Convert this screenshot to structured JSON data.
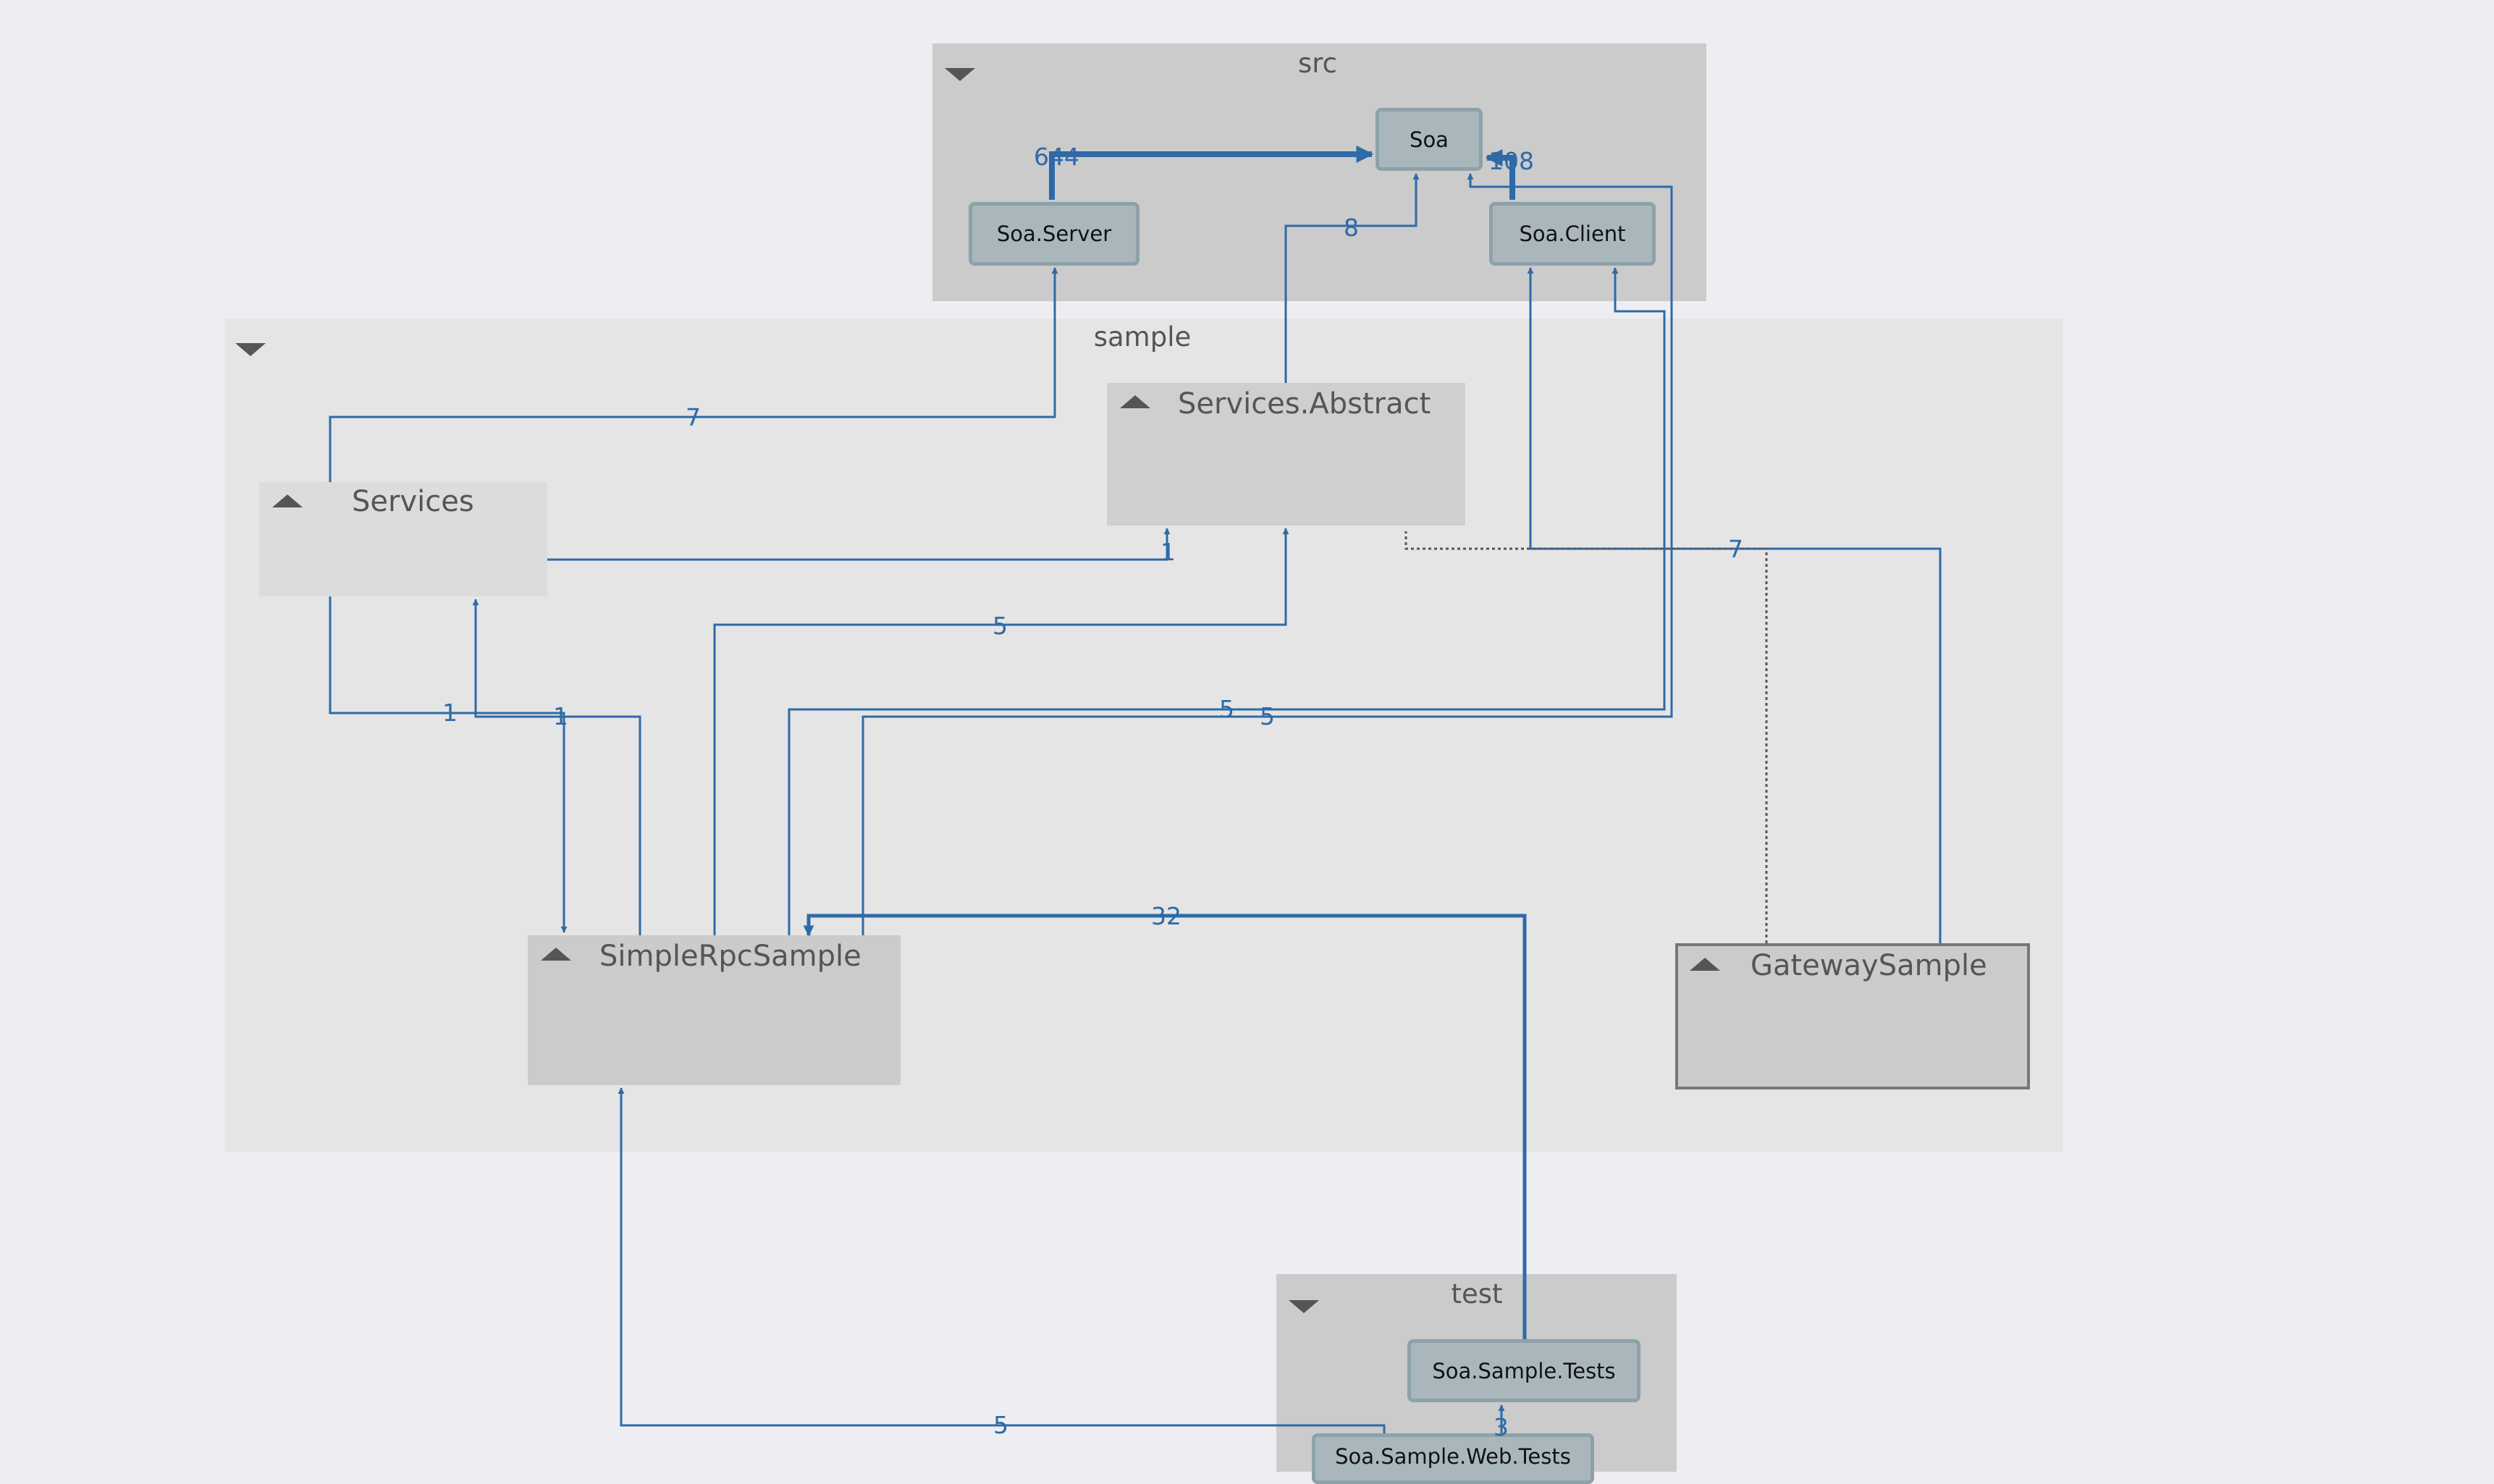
{
  "colors": {
    "background": "#eeeef2",
    "group_src": "#cbcbcb",
    "group_sample": "#e5e5e5",
    "group_test": "#cbcbcb",
    "node_fill": "#a9b7bd",
    "edge": "#2e6aa8",
    "text": "#555555"
  },
  "groups": {
    "src": {
      "title": "src"
    },
    "sample": {
      "title": "sample"
    },
    "test": {
      "title": "test"
    }
  },
  "nodes": {
    "soa": "Soa",
    "soa_server": "Soa.Server",
    "soa_client": "Soa.Client",
    "soa_sample_tests": "Soa.Sample.Tests",
    "soa_sample_web_tests": "Soa.Sample.Web.Tests"
  },
  "containers": {
    "services_abstract": "Services.Abstract",
    "services": "Services",
    "simple_rpc_sample": "SimpleRpcSample",
    "gateway_sample": "GatewaySample"
  },
  "edge_labels": {
    "server_to_soa": "644",
    "client_to_soa": "108",
    "abstract_to_soa": "8",
    "services_to_server": "7",
    "services_to_abstract": "1",
    "simple_to_abstract": "5",
    "simple_to_soa_1": "5",
    "simple_to_soa_2": "5",
    "services_to_simple": "1",
    "simple_to_services": "1",
    "gateway_to_client": "7",
    "tests_to_simple": "32",
    "webtests_to_simple": "5",
    "webtests_to_tests": "3"
  }
}
